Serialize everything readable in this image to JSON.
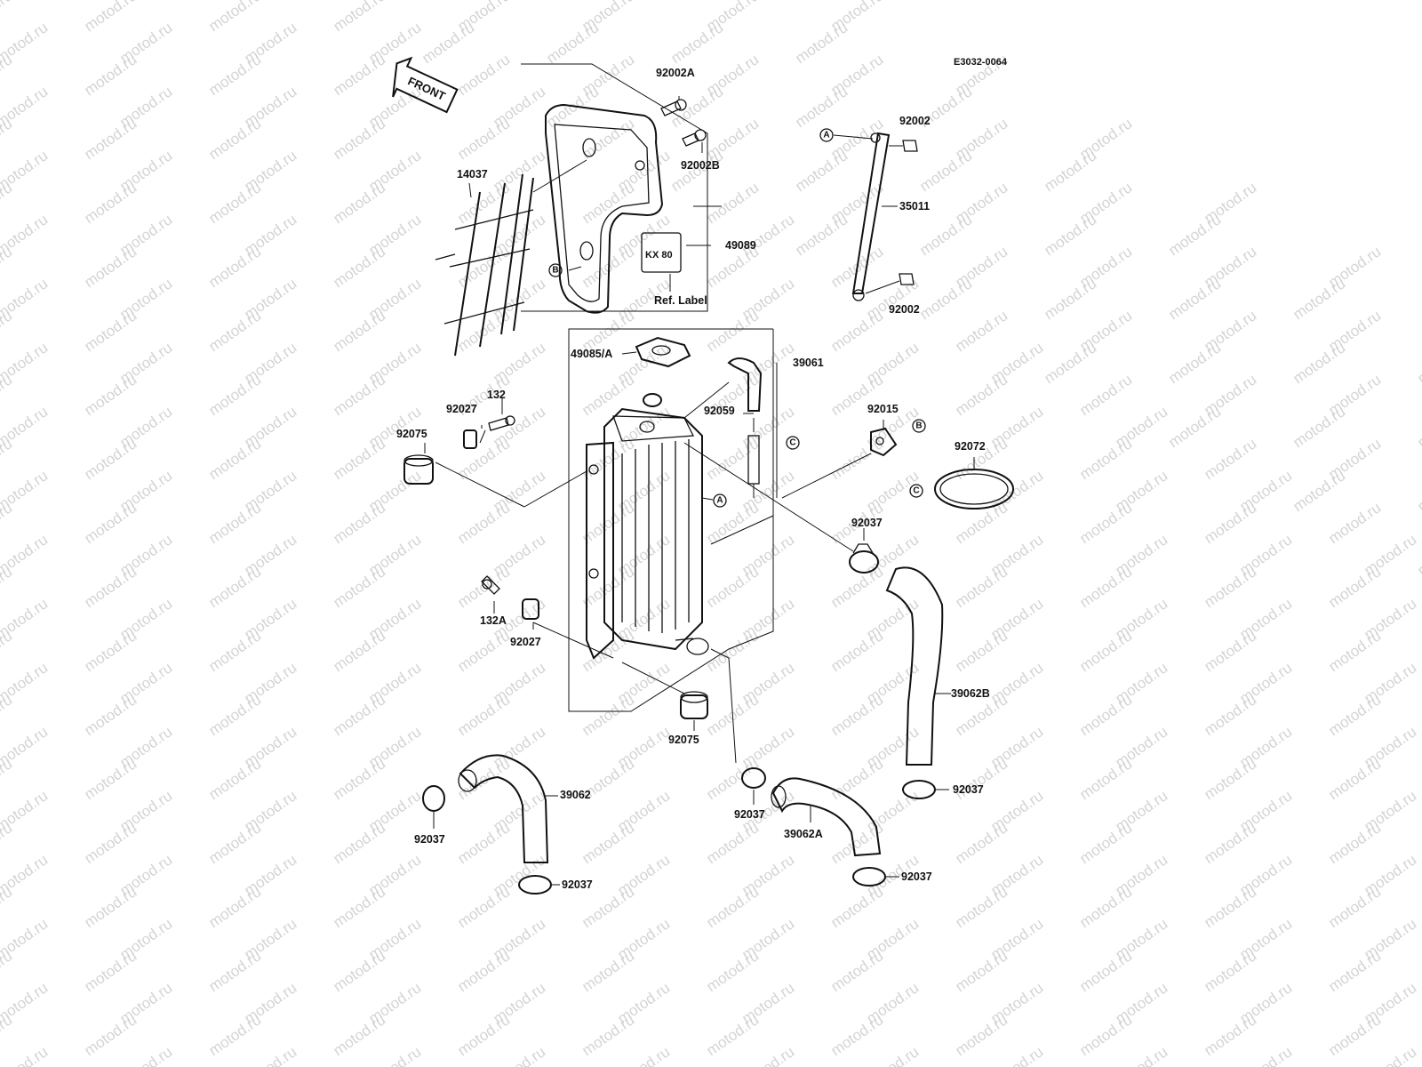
{
  "diagram_code": "E3032-0064",
  "front_label": "FRONT",
  "ref_label": "Ref. Label",
  "label_logo_text": "KX 80",
  "watermark": "motod.ru",
  "parts": {
    "p92002A": "92002A",
    "p92002B": "92002B",
    "p92002_top": "92002",
    "p92002_bottom": "92002",
    "p35011": "35011",
    "p14037": "14037",
    "p49089": "49089",
    "p49085A": "49085/A",
    "p39061": "39061",
    "p92059": "92059",
    "p92015": "92015",
    "p92072": "92072",
    "p132": "132",
    "p92027_top": "92027",
    "p92075_top": "92075",
    "p92037_mid": "92037",
    "p132A": "132A",
    "p92027_bottom": "92027",
    "p92075_bottom": "92075",
    "p39062B": "39062B",
    "p92037_right": "92037",
    "p39062": "39062",
    "p92037_left_top": "92037",
    "p92037_left_bottom": "92037",
    "p92037_center": "92037",
    "p39062A": "39062A",
    "p92037_bottom_right": "92037"
  },
  "markers": {
    "A": "A",
    "B": "B",
    "C": "C"
  },
  "colors": {
    "ink": "#111111",
    "watermark": "#d4d4d4",
    "background": "#ffffff"
  }
}
